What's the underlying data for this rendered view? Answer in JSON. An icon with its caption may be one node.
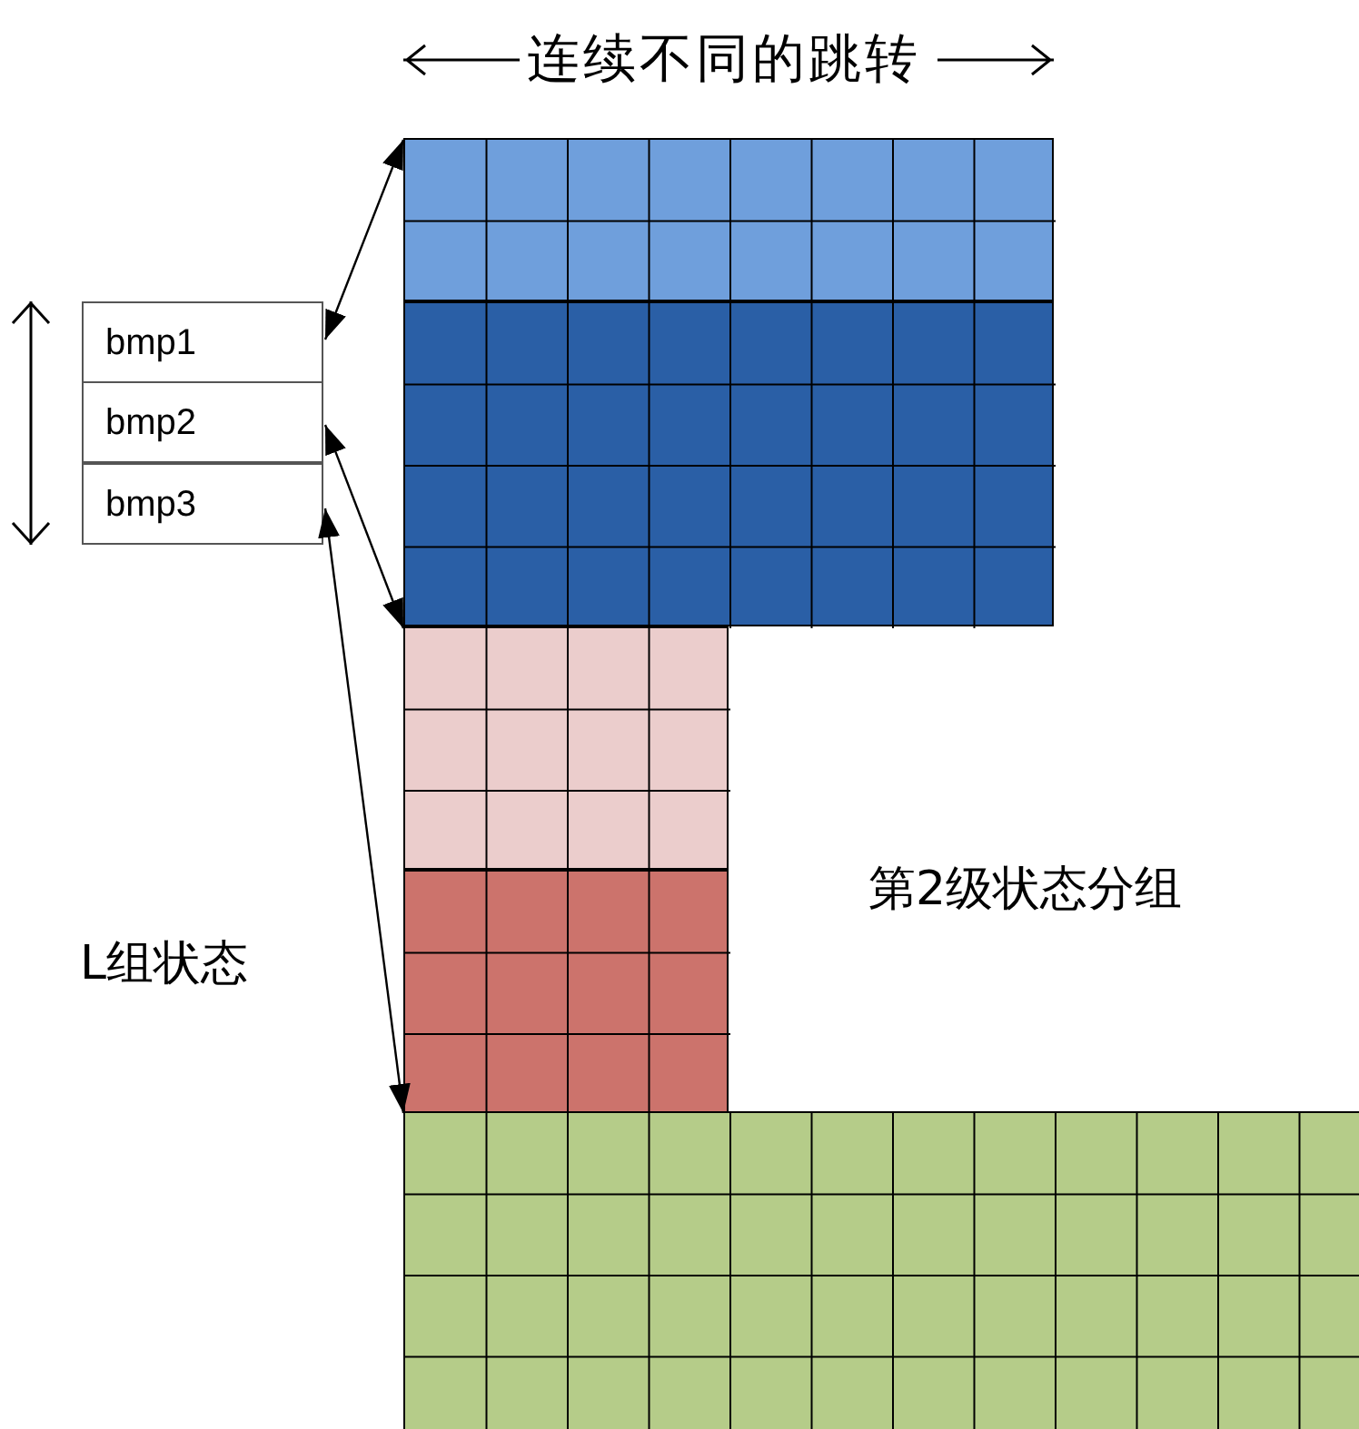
{
  "diagram": {
    "nodes": [
      {
        "text": [
          "bmp1"
        ]
      },
      {
        "text": [
          "bmp2"
        ]
      },
      {
        "text": [
          "bmp3"
        ]
      },
      {
        "text": [],
        "shape": "box"
      },
      {
        "text": [],
        "shape": "box"
      },
      {
        "text": [],
        "shape": "box"
      },
      {
        "text": [],
        "shape": "box"
      },
      {
        "text": [],
        "shape": "box"
      }
    ],
    "edges": [
      {
        "from": 0,
        "to": 3,
        "arrow": "both"
      },
      {
        "from": 1,
        "to": 5,
        "arrow": "both"
      },
      {
        "from": 2,
        "to": 7,
        "arrow": "both"
      }
    ],
    "labels": [
      "连续不同的跳转",
      "第2级状态分组",
      "L组状态"
    ]
  }
}
